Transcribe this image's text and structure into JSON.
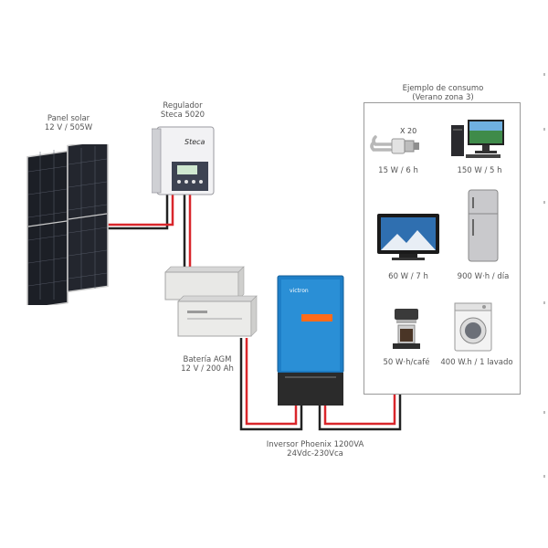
{
  "labels": {
    "panel": {
      "line1": "Panel solar",
      "line2": "12 V / 505W"
    },
    "regulator": {
      "line1": "Regulador",
      "line2": "Steca 5020"
    },
    "battery": {
      "line1": "Batería AGM",
      "line2": "12 V / 200 Ah"
    },
    "inverter": {
      "line1": "Inversor Phoenix 1200VA",
      "line2": "24Vdc-230Vca"
    },
    "consumption": {
      "line1": "Ejemplo de consumo",
      "line2": "(Verano zona 3)"
    }
  },
  "regulator_brand": "Steca",
  "bulb_count": "X 20",
  "appliances": [
    {
      "name": "bulb",
      "label": "15 W / 6 h"
    },
    {
      "name": "computer",
      "label": "150 W / 5 h"
    },
    {
      "name": "tv",
      "label": "60 W / 7 h"
    },
    {
      "name": "fridge",
      "label": "900 W·h / día"
    },
    {
      "name": "coffee",
      "label": "50 W·h/café"
    },
    {
      "name": "washer",
      "label": "400 W.h / 1 lavado"
    }
  ],
  "colors": {
    "wire_red": "#d9262b",
    "wire_black": "#222222",
    "inverter_blue": "#1e7fc8"
  }
}
